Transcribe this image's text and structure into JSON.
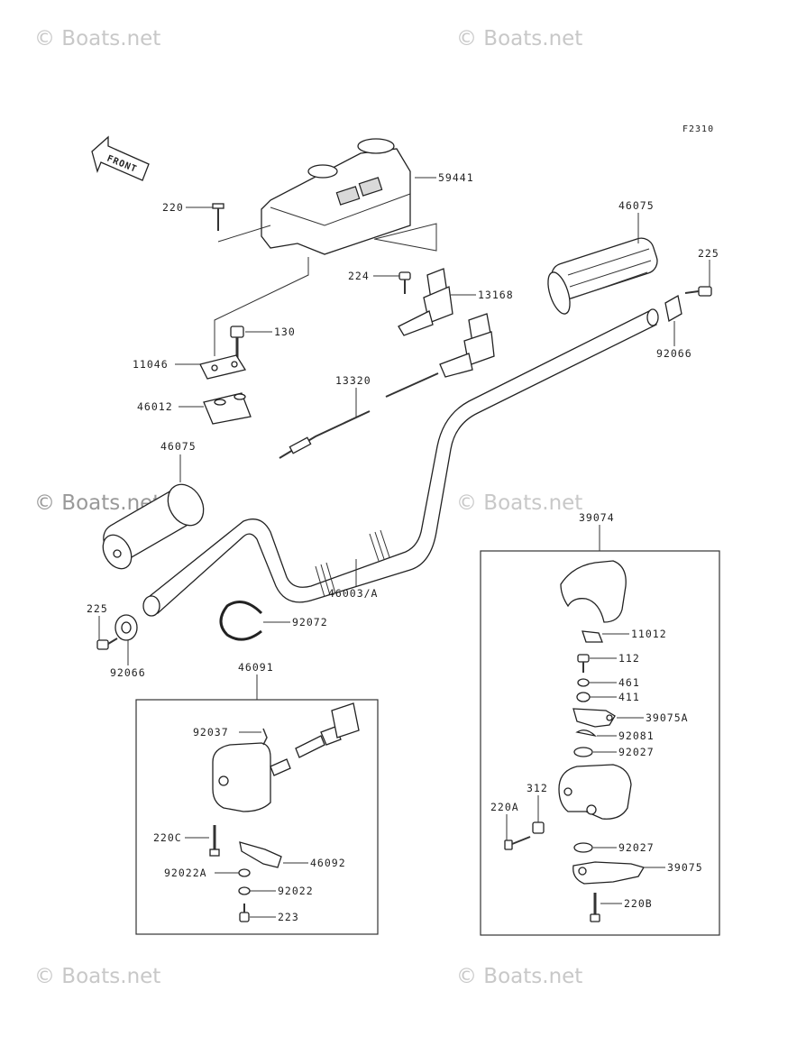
{
  "diagram_code": "F2310",
  "front_arrow_label": "FRONT",
  "watermark": "© Boats.net",
  "parts": {
    "p59441": "59441",
    "p220": "220",
    "p46075_top": "46075",
    "p225_top": "225",
    "p224": "224",
    "p13168": "13168",
    "p130": "130",
    "p11046": "11046",
    "p92066_top": "92066",
    "p13320": "13320",
    "p46012": "46012",
    "p46075_left": "46075",
    "p39074": "39074",
    "p46003A": "46003/A",
    "p225_left": "225",
    "p92072": "92072",
    "p92066_left": "92066",
    "p46091": "46091",
    "p11012": "11012",
    "p112": "112",
    "p461": "461",
    "p411": "411",
    "p39075A": "39075A",
    "p92081": "92081",
    "p92027a": "92027",
    "p92037": "92037",
    "p312": "312",
    "p220A": "220A",
    "p92027b": "92027",
    "p220C": "220C",
    "p46092": "46092",
    "p39075": "39075",
    "p92022A": "92022A",
    "p92022": "92022",
    "p220B": "220B",
    "p223": "223"
  }
}
